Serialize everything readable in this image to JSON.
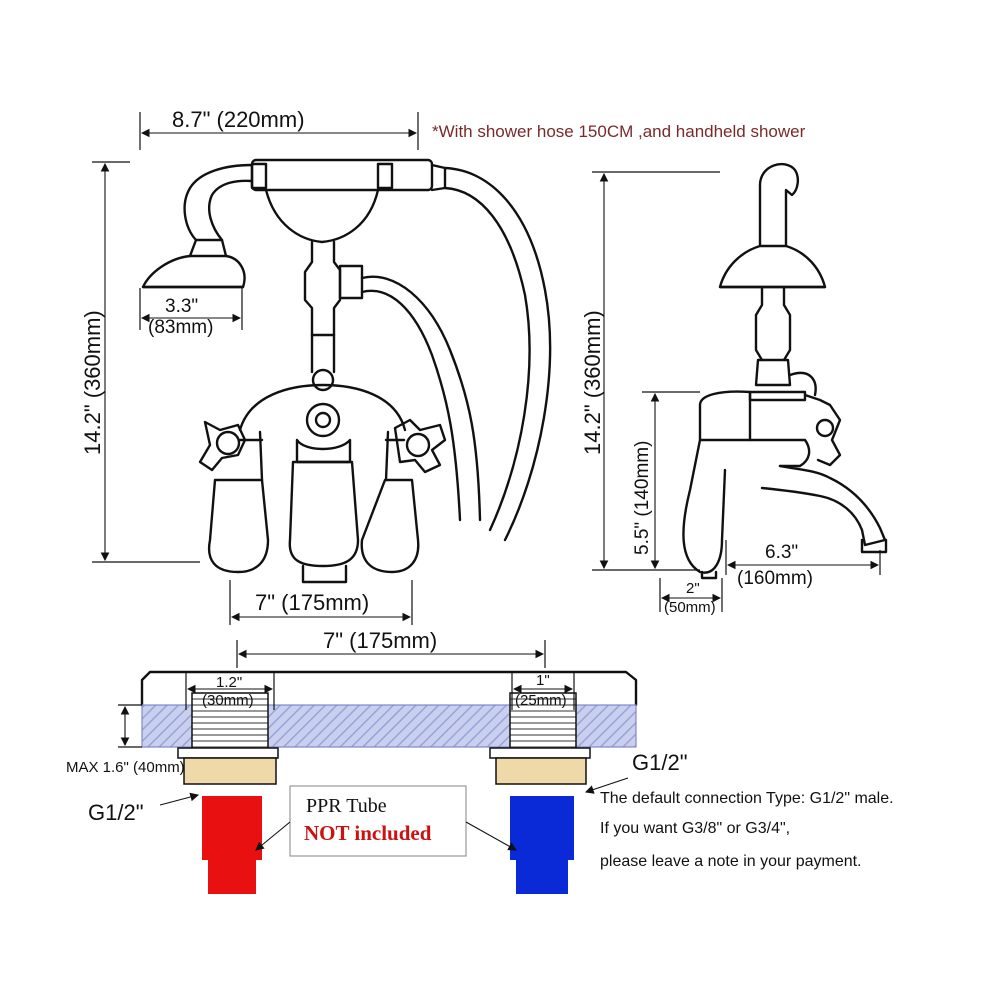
{
  "note": "*With shower hose 150CM ,and handheld shower",
  "front": {
    "width": "8.7\" (220mm)",
    "height": "14.2\" (360mm)",
    "head_in": "3.3\"",
    "head_mm": "(83mm)",
    "spacing": "7\" (175mm)"
  },
  "side": {
    "height": "14.2\" (360mm)",
    "spout_height": "5.5\" (140mm)",
    "reach_in": "6.3\"",
    "reach_mm": "(160mm)",
    "base_in": "2\"",
    "base_mm": "(50mm)"
  },
  "install": {
    "spacing": "7\" (175mm)",
    "left_in": "1.2\"",
    "left_mm": "(30mm)",
    "right_in": "1\"",
    "right_mm": "(25mm)",
    "max_thickness": "MAX 1.6\" (40mm)",
    "left_thread": "G1/2\"",
    "right_thread": "G1/2\"",
    "ppr_title": "PPR Tube",
    "ppr_note": "NOT included",
    "info_line1": "The default connection Type: G1/2\" male.",
    "info_line2": "If you want G3/8\" or G3/4\",",
    "info_line3": "please leave a note in your payment."
  },
  "colors": {
    "note": "#7a2a2a",
    "hot": "#e81010",
    "cold": "#0a2ad8",
    "brass": "#f0d9a8",
    "deck": "#c9cfee",
    "alert": "#cc1111"
  }
}
